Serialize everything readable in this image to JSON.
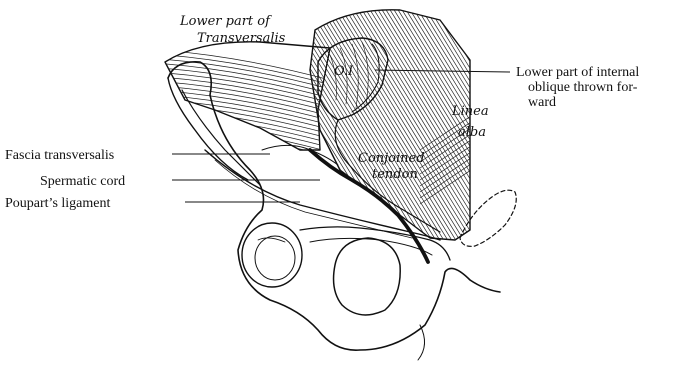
{
  "labels": {
    "transversalis_line1": "Lower part of",
    "transversalis_line2": "Transversalis",
    "oi": "O.I",
    "internal_oblique_line1": "Lower part of internal",
    "internal_oblique_line2": "oblique thrown for-",
    "internal_oblique_line3": "ward",
    "linea_line1": "Linea",
    "linea_line2": "alba",
    "conjoined_line1": "Conjoined",
    "conjoined_line2": "tendon",
    "fascia_transversalis": "Fascia transversalis",
    "spermatic_cord": "Spermatic cord",
    "pouparts_ligament": "Poupart’s ligament"
  }
}
